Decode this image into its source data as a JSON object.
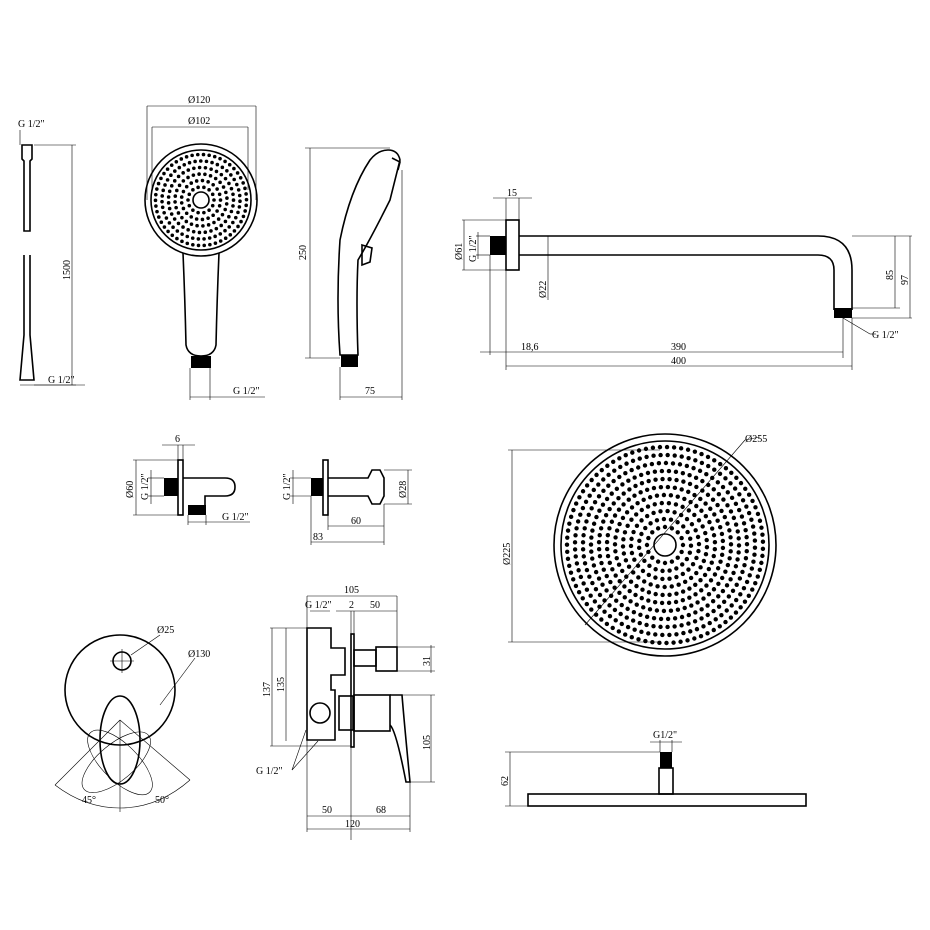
{
  "hose": {
    "thread_top": "G 1/2\"",
    "length": "1500",
    "thread_bottom": "G 1/2\""
  },
  "hand_shower": {
    "outer_dia": "Ø120",
    "inner_dia": "Ø102",
    "thread": "G 1/2\"",
    "height": "250",
    "depth": "75"
  },
  "shower_arm": {
    "flange_depth": "15",
    "flange_dia": "Ø61",
    "thread_wall": "G 1/2\"",
    "pipe_dia": "Ø22",
    "drop_inner": "85",
    "drop_outer": "97",
    "thread_outlet": "G 1/2\"",
    "offset": "18,6",
    "length_inner": "390",
    "length_total": "400"
  },
  "wall_outlet": {
    "flange": "6",
    "flange_dia": "Ø60",
    "thread_wall": "G 1/2\"",
    "thread_outlet": "G 1/2\""
  },
  "holder": {
    "thread": "G 1/2\"",
    "dia": "Ø28",
    "depth_inner": "60",
    "depth_total": "83"
  },
  "rain_shower": {
    "outer_dia": "Ø255",
    "inner_dia": "Ø225",
    "thread": "G1/2\"",
    "height": "62"
  },
  "mixer_front": {
    "knob_dia": "Ø25",
    "plate_dia": "Ø130",
    "angle_left": "45°",
    "angle_right": "50°"
  },
  "mixer_side": {
    "total_width": "105",
    "thread_top": "G 1/2\"",
    "plate": "2",
    "spout_depth": "50",
    "height_total": "137",
    "height_body": "135",
    "spout_height": "31",
    "lever_height": "105",
    "thread_bottom": "G 1/2\"",
    "body_depth": "50",
    "lever_depth": "68",
    "depth_total": "120"
  }
}
